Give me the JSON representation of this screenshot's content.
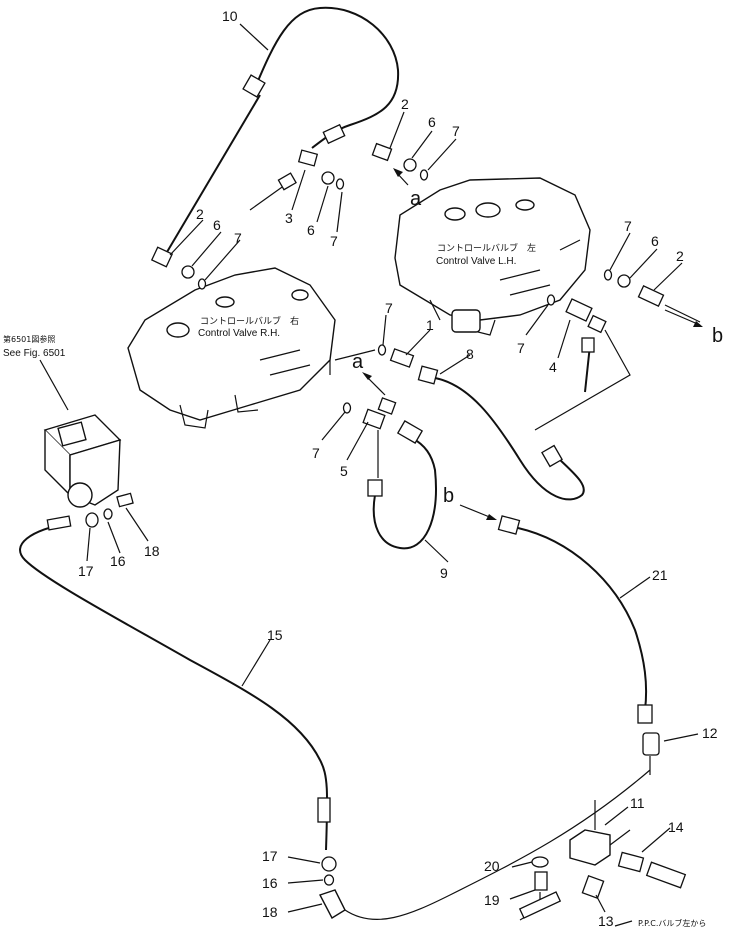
{
  "valve_lh": {
    "jp": "コントロールバルブ　左",
    "en": "Control Valve  L.H."
  },
  "valve_rh": {
    "jp": "コントロールバルブ　右",
    "en": "Control Valve  R.H."
  },
  "see_fig": {
    "jp": "第6501図参照",
    "en": "See Fig. 6501"
  },
  "ppc_note": "P.P.C.バルブ左から",
  "markers": {
    "a": "a",
    "b": "b"
  },
  "callouts": {
    "c10": "10",
    "c2_top": "2",
    "c6_top": "6",
    "c7_top": "7",
    "c3": "3",
    "c6_mid": "6",
    "c7_mid": "7",
    "c2_left": "2",
    "c6_left": "6",
    "c7_left": "7",
    "c7_right": "7",
    "c6_right": "6",
    "c2_right": "2",
    "c1": "1",
    "c7_center": "7",
    "c7_lh": "7",
    "c4": "4",
    "c8": "8",
    "c7_low": "7",
    "c5": "5",
    "c17_a": "17",
    "c16_a": "16",
    "c18_a": "18",
    "c9": "9",
    "c21": "21",
    "c15": "15",
    "c12": "12",
    "c11": "11",
    "c14": "14",
    "c20": "20",
    "c19": "19",
    "c13": "13",
    "c17_b": "17",
    "c16_b": "16",
    "c18_b": "18"
  }
}
